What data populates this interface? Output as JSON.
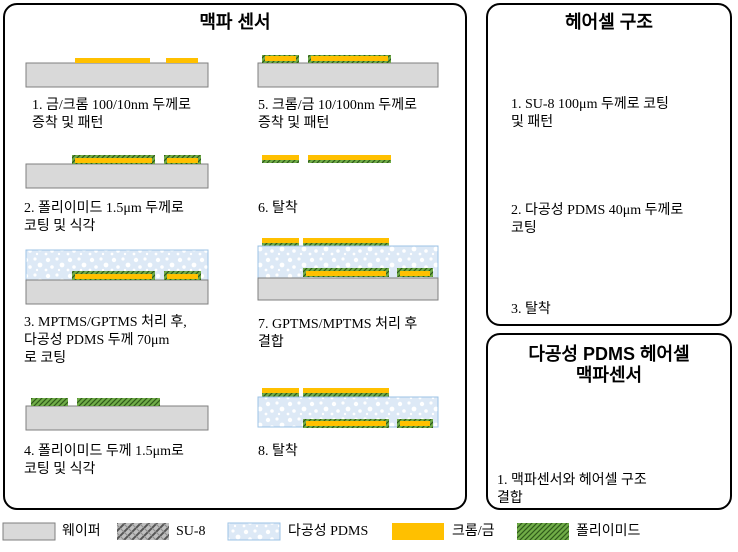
{
  "panels": {
    "pulse_sensor": {
      "title": "맥파 센서",
      "steps": [
        "1. 금/크롬 100/10nm 두께로\n증착 및 패턴",
        "2. 폴리이미드 1.5μm 두께로\n코팅 및 식각",
        "3. MPTMS/GPTMS 처리 후,\n다공성 PDMS 두께 70μm\n로 코팅",
        "4. 폴리이미드 두께 1.5μm로\n코팅 및 식각",
        "5. 크롬/금 10/100nm 두께로\n증착 및 패턴",
        "6. 탈착",
        "7. GPTMS/MPTMS 처리 후\n결합",
        "8. 탈착"
      ]
    },
    "hair_cell": {
      "title": "헤어셀 구조",
      "steps": [
        "1. SU-8 100μm 두께로 코팅\n및 패턴",
        "2. 다공성 PDMS 40μm 두께로\n코팅",
        "3. 탈착"
      ]
    },
    "combined": {
      "title_line1": "다공성 PDMS 헤어셀",
      "title_line2": "맥파센서",
      "steps": [
        "1. 맥파센서와 헤어셀 구조\n결합"
      ]
    }
  },
  "legend": [
    {
      "label": "웨이퍼",
      "swatch": "wafer"
    },
    {
      "label": "SU-8",
      "swatch": "su8"
    },
    {
      "label": "다공성 PDMS",
      "swatch": "pdms"
    },
    {
      "label": "크롬/금",
      "swatch": "gold"
    },
    {
      "label": "폴리이미드",
      "swatch": "polyimide"
    }
  ],
  "colors": {
    "wafer": "#d9d9d9",
    "gold": "#ffc000",
    "polyimide": "#70ad47",
    "pdms": "#dce9f5",
    "su8": "#8c8c8c"
  }
}
